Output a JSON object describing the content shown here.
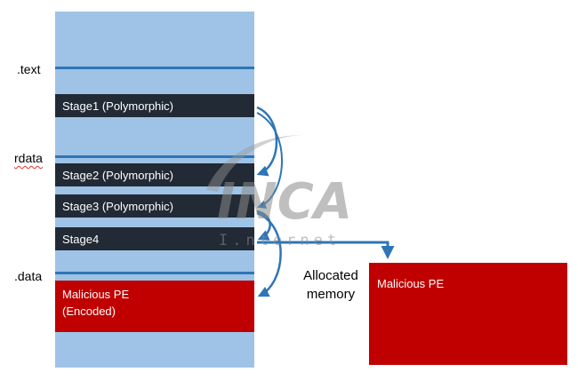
{
  "sections": {
    "text": ".text",
    "rdata": "rdata",
    "data": ".data"
  },
  "stages": {
    "stage1": "Stage1 (Polymorphic)",
    "stage2": "Stage2 (Polymorphic)",
    "stage3": "Stage3 (Polymorphic)",
    "stage4": "Stage4"
  },
  "payload": {
    "line1": "Malicious PE",
    "line2": "(Encoded)"
  },
  "allocated": {
    "label_line1": "Allocated",
    "label_line2": "memory",
    "box_label": "Malicious PE"
  },
  "watermark": {
    "main": "INCA",
    "sub": "I.nternet"
  },
  "colors": {
    "memory": "#9ec3e6",
    "separator": "#2e75b6",
    "stage_block": "#222a35",
    "payload_block": "#c00000",
    "arrow": "#2e75b6"
  }
}
